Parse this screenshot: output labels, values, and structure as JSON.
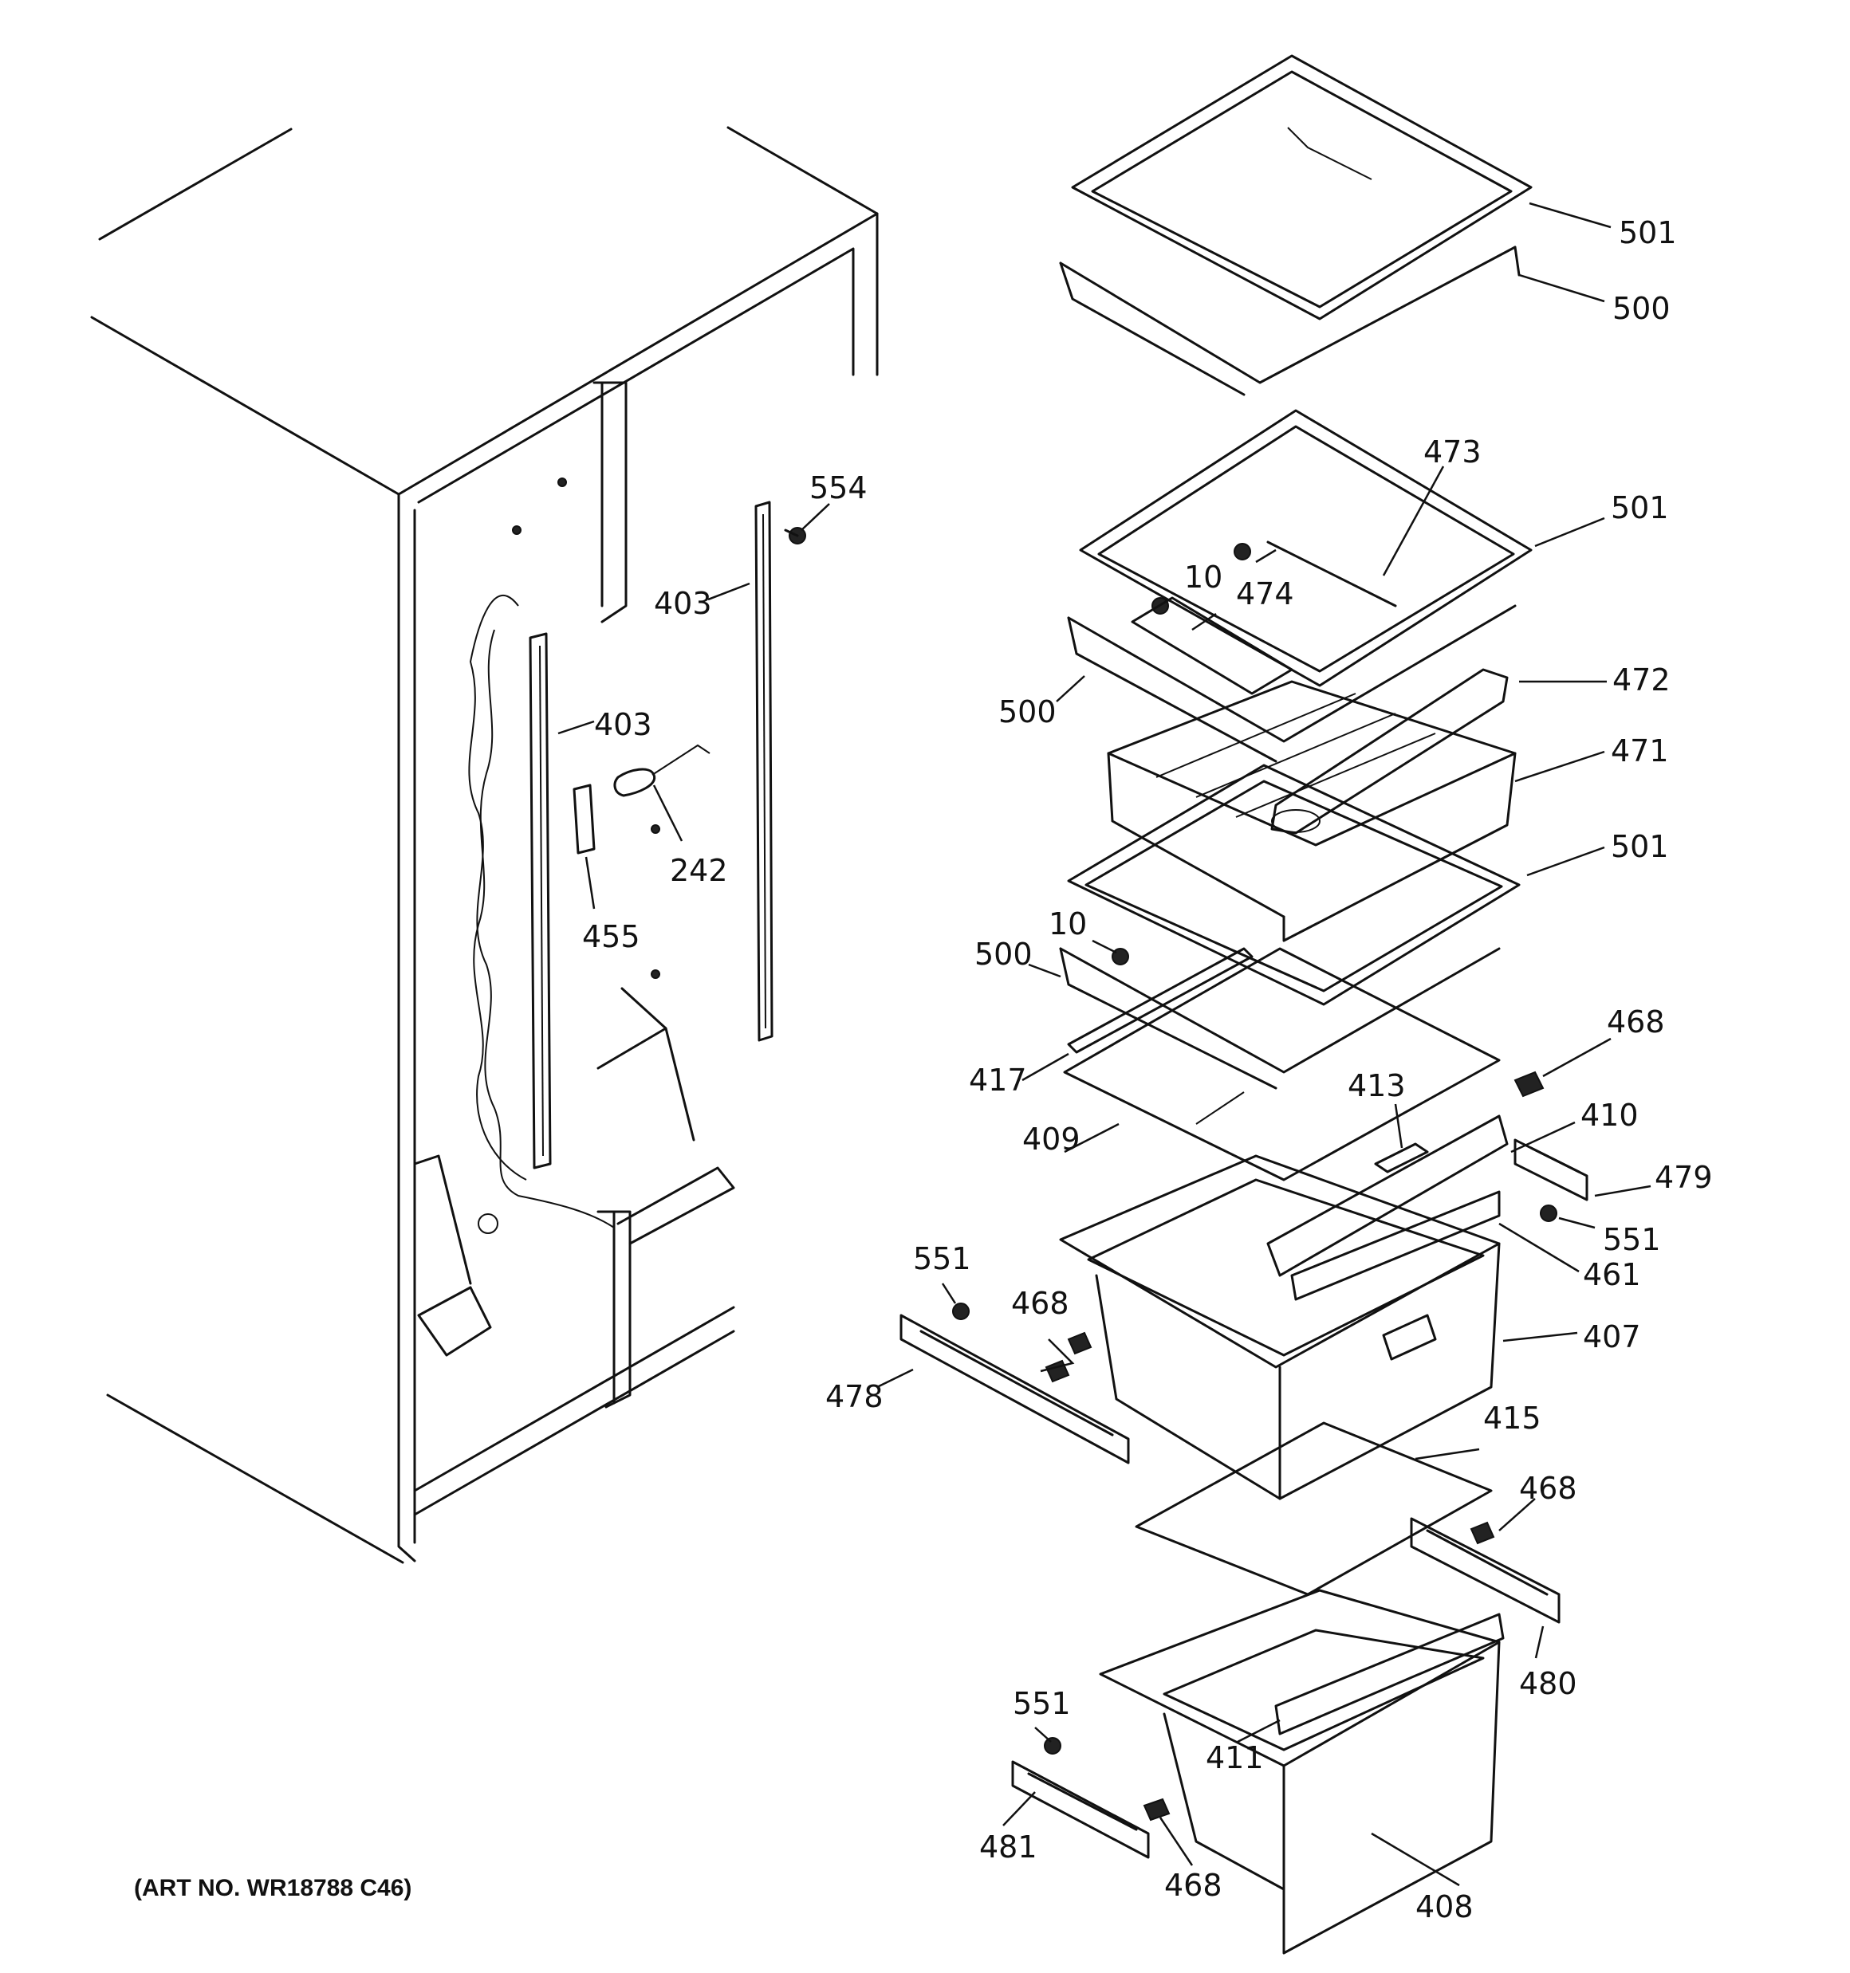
{
  "art_number": "(ART NO. WR18788 C46)",
  "callouts": [
    {
      "id": "c501a",
      "text": "501"
    },
    {
      "id": "c500a",
      "text": "500"
    },
    {
      "id": "c473",
      "text": "473"
    },
    {
      "id": "c501b",
      "text": "501"
    },
    {
      "id": "c554",
      "text": "554"
    },
    {
      "id": "c403a",
      "text": "403"
    },
    {
      "id": "c10a",
      "text": "10"
    },
    {
      "id": "c474",
      "text": "474"
    },
    {
      "id": "c472",
      "text": "472"
    },
    {
      "id": "c500b",
      "text": "500"
    },
    {
      "id": "c403b",
      "text": "403"
    },
    {
      "id": "c471",
      "text": "471"
    },
    {
      "id": "c242",
      "text": "242"
    },
    {
      "id": "c501c",
      "text": "501"
    },
    {
      "id": "c455",
      "text": "455"
    },
    {
      "id": "c10b",
      "text": "10"
    },
    {
      "id": "c500c",
      "text": "500"
    },
    {
      "id": "c468a",
      "text": "468"
    },
    {
      "id": "c417",
      "text": "417"
    },
    {
      "id": "c413",
      "text": "413"
    },
    {
      "id": "c410",
      "text": "410"
    },
    {
      "id": "c409",
      "text": "409"
    },
    {
      "id": "c479",
      "text": "479"
    },
    {
      "id": "c551a",
      "text": "551"
    },
    {
      "id": "c551b",
      "text": "551"
    },
    {
      "id": "c461",
      "text": "461"
    },
    {
      "id": "c468b",
      "text": "468"
    },
    {
      "id": "c407",
      "text": "407"
    },
    {
      "id": "c478",
      "text": "478"
    },
    {
      "id": "c415",
      "text": "415"
    },
    {
      "id": "c468c",
      "text": "468"
    },
    {
      "id": "c480",
      "text": "480"
    },
    {
      "id": "c551c",
      "text": "551"
    },
    {
      "id": "c411",
      "text": "411"
    },
    {
      "id": "c481",
      "text": "481"
    },
    {
      "id": "c468d",
      "text": "468"
    },
    {
      "id": "c408",
      "text": "408"
    }
  ]
}
